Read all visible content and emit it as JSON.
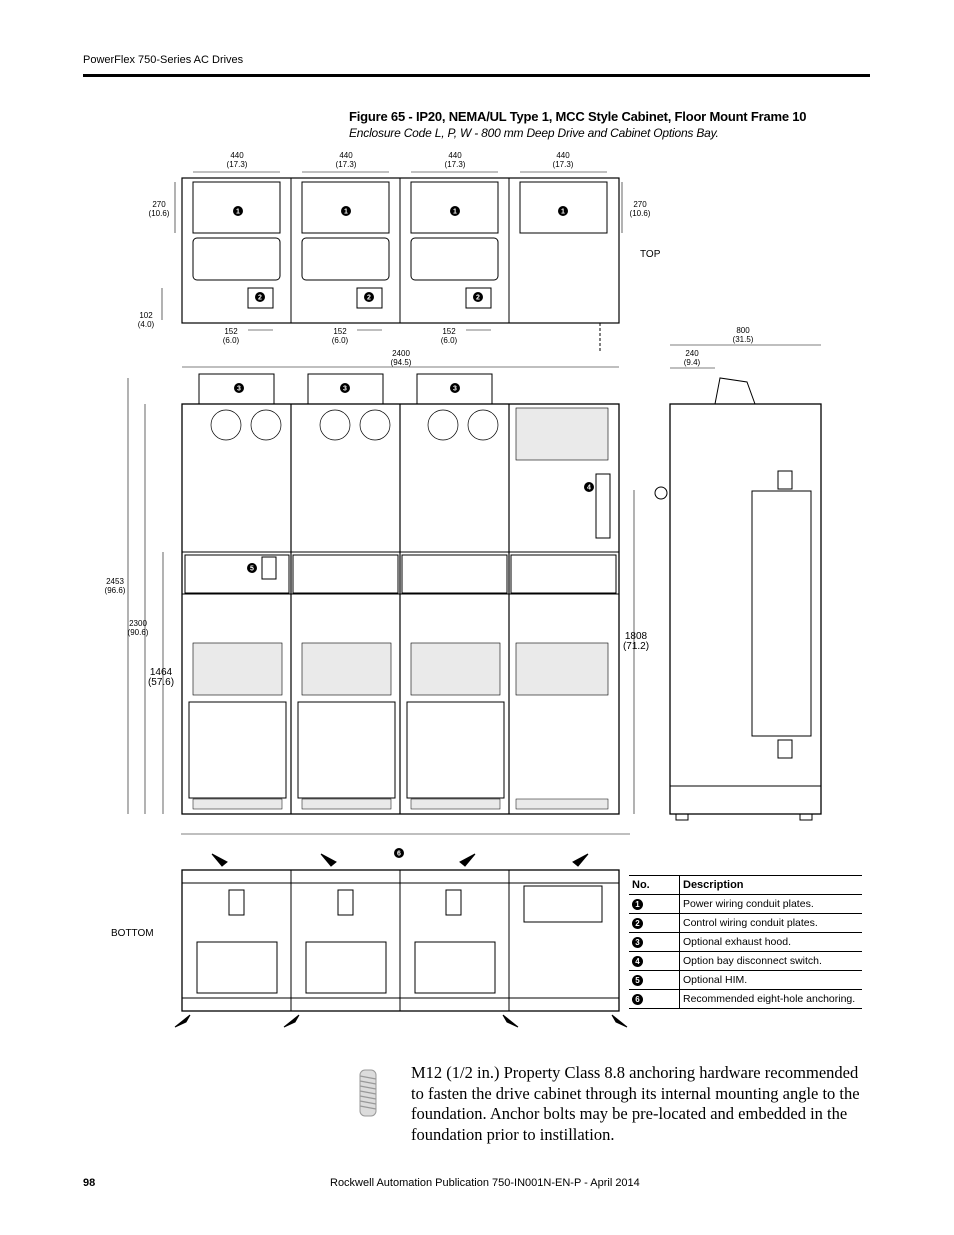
{
  "header": {
    "title": "PowerFlex 750-Series AC Drives"
  },
  "figure": {
    "title": "Figure 65 - IP20, NEMA/UL Type 1, MCC Style Cabinet, Floor Mount Frame 10",
    "subtitle": "Enclosure Code L, P, W - 800 mm Deep Drive and Cabinet Options Bay."
  },
  "drawing": {
    "view_top": "TOP",
    "view_bottom": "BOTTOM",
    "dims": {
      "w440": "440",
      "w440_in": "(17.3)",
      "h270": "270",
      "h270_in": "(10.6)",
      "h102": "102",
      "h102_in": "(4.0)",
      "w152": "152",
      "w152_in": "(6.0)",
      "w2400": "2400",
      "w2400_in": "(94.5)",
      "h2453": "2453",
      "h2453_in": "(96.6)",
      "h2300": "2300",
      "h2300_in": "(90.6)",
      "h1464": "1464",
      "h1464_in": "(57.6)",
      "d800": "800",
      "d800_in": "(31.5)",
      "d240": "240",
      "d240_in": "(9.4)",
      "h1808": "1808",
      "h1808_in": "(71.2)"
    },
    "callouts": {
      "c1": "1",
      "c2": "2",
      "c3": "3",
      "c4": "4",
      "c5": "5",
      "c6": "6"
    }
  },
  "legend": {
    "col_no": "No.",
    "col_desc": "Description",
    "rows": [
      {
        "no": "1",
        "desc": "Power wiring conduit plates."
      },
      {
        "no": "2",
        "desc": "Control wiring conduit plates."
      },
      {
        "no": "3",
        "desc": "Optional exhaust hood."
      },
      {
        "no": "4",
        "desc": "Option bay disconnect switch."
      },
      {
        "no": "5",
        "desc": "Optional HIM."
      },
      {
        "no": "6",
        "desc": "Recommended eight-hole anchoring."
      }
    ]
  },
  "note": {
    "text": "M12 (1/2 in.) Property Class 8.8 anchoring hardware recommended to fasten the drive cabinet through its internal mounting angle to the foundation. Anchor bolts may be pre-located and embedded in the foundation prior to instillation."
  },
  "footer": {
    "page": "98",
    "publication": "Rockwell Automation Publication 750-IN001N-EN-P - April 2014"
  }
}
